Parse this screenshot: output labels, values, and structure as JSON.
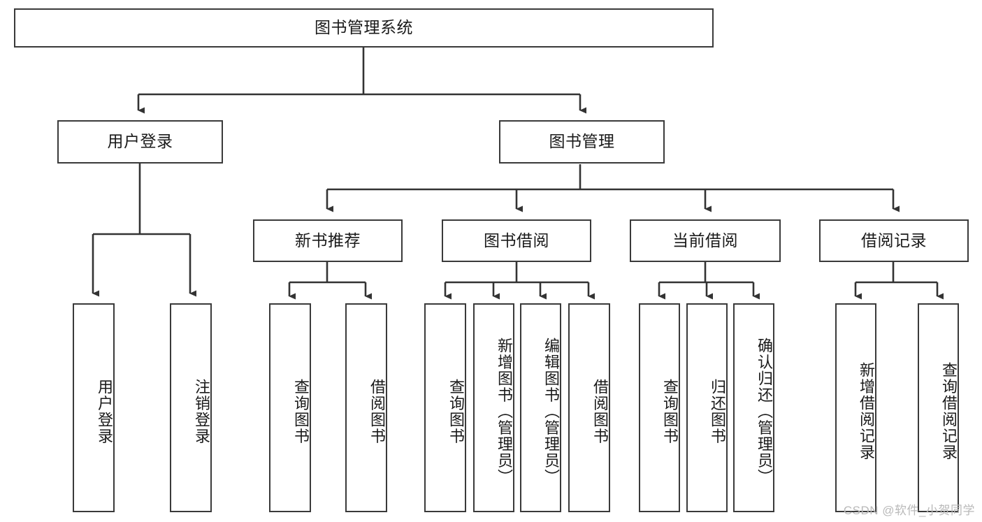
{
  "diagram": {
    "title": "图书管理系统",
    "type": "tree-hierarchy-diagram",
    "watermark": "CSDN @软件_小贺同学",
    "colors": {
      "box_border": "#3a3a3a",
      "box_fill": "#ffffff",
      "text": "#1a1a1a",
      "connector": "#333333",
      "watermark": "#b9b9b9"
    },
    "root": {
      "label": "图书管理系统"
    },
    "level2": [
      {
        "id": "user-login",
        "label": "用户登录"
      },
      {
        "id": "book-manage",
        "label": "图书管理"
      }
    ],
    "level3": [
      {
        "id": "new-book-recommend",
        "label": "新书推荐",
        "parent": "book-manage"
      },
      {
        "id": "book-borrow",
        "label": "图书借阅",
        "parent": "book-manage"
      },
      {
        "id": "current-borrow",
        "label": "当前借阅",
        "parent": "book-manage"
      },
      {
        "id": "borrow-record",
        "label": "借阅记录",
        "parent": "book-manage"
      }
    ],
    "leaves": [
      {
        "id": "leaf-user-login",
        "label": "用户登录",
        "parent": "user-login"
      },
      {
        "id": "leaf-logout",
        "label": "注销登录",
        "parent": "user-login"
      },
      {
        "id": "leaf-query-book-1",
        "label": "查询图书",
        "parent": "new-book-recommend"
      },
      {
        "id": "leaf-borrow-book-1",
        "label": "借阅图书",
        "parent": "new-book-recommend"
      },
      {
        "id": "leaf-query-book-2",
        "label": "查询图书",
        "parent": "book-borrow"
      },
      {
        "id": "leaf-add-book",
        "label": "新增图书（管理员）",
        "parent": "book-borrow"
      },
      {
        "id": "leaf-edit-book",
        "label": "编辑图书（管理员）",
        "parent": "book-borrow"
      },
      {
        "id": "leaf-borrow-book-2",
        "label": "借阅图书",
        "parent": "book-borrow"
      },
      {
        "id": "leaf-query-book-3",
        "label": "查询图书",
        "parent": "current-borrow"
      },
      {
        "id": "leaf-return-book",
        "label": "归还图书",
        "parent": "current-borrow"
      },
      {
        "id": "leaf-confirm-return",
        "label": "确认归还（管理员）",
        "parent": "current-borrow"
      },
      {
        "id": "leaf-add-record",
        "label": "新增借阅记录",
        "parent": "borrow-record"
      },
      {
        "id": "leaf-query-record",
        "label": "查询借阅记录",
        "parent": "borrow-record"
      }
    ]
  }
}
